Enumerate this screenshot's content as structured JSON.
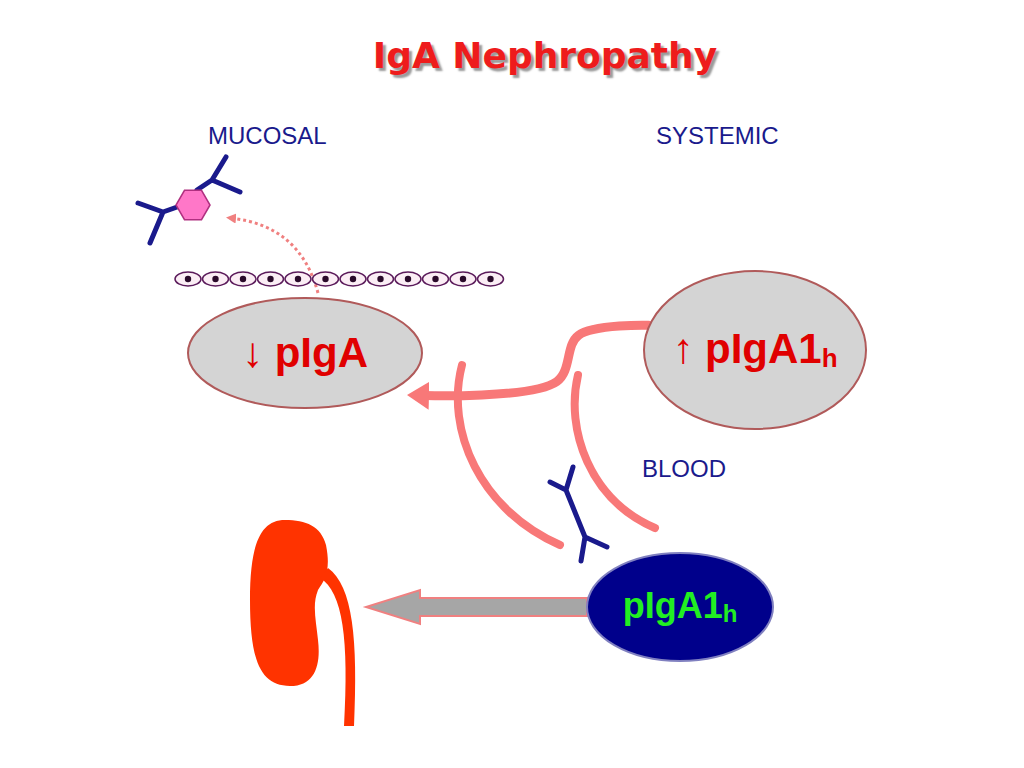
{
  "diagram": {
    "title": "IgA Nephropathy",
    "nodes": [
      {
        "text": [
          "↓ pIgA"
        ]
      },
      {
        "text": [
          "↑ pIgA1",
          "h"
        ]
      },
      {
        "text": [
          "pIgA1",
          "h"
        ]
      }
    ],
    "edges": [
      {
        "from": 1,
        "to": 0,
        "arrow": "to"
      }
    ],
    "labels": [
      "MUCOSAL",
      "SYSTEMIC",
      "BLOOD"
    ]
  }
}
